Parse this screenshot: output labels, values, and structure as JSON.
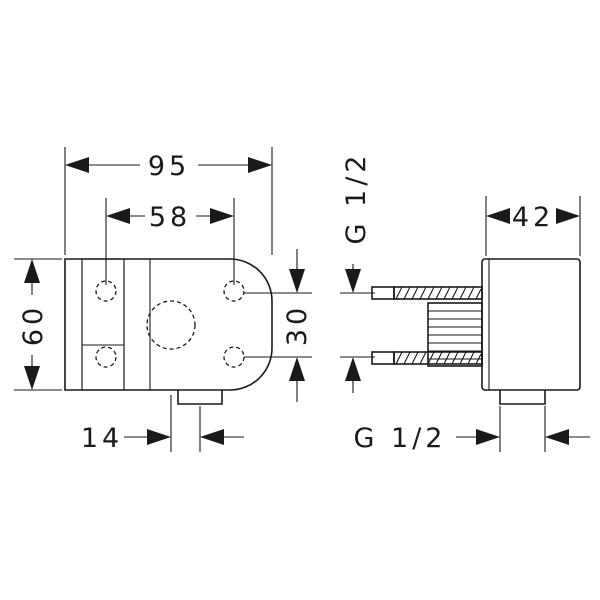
{
  "dimensions": {
    "overall_width": "95",
    "hole_spacing": "58",
    "height": "60",
    "hole_vertical": "30",
    "outlet_offset": "14",
    "depth": "42",
    "thread_outlet": "G 1/2",
    "thread_inlet": "G 1/2"
  }
}
